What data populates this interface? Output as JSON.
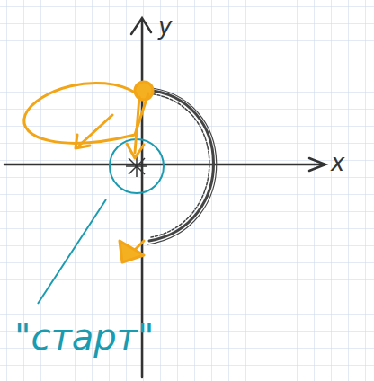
{
  "diagram": {
    "labels": [
      "y",
      "x",
      "\"старт\""
    ]
  }
}
